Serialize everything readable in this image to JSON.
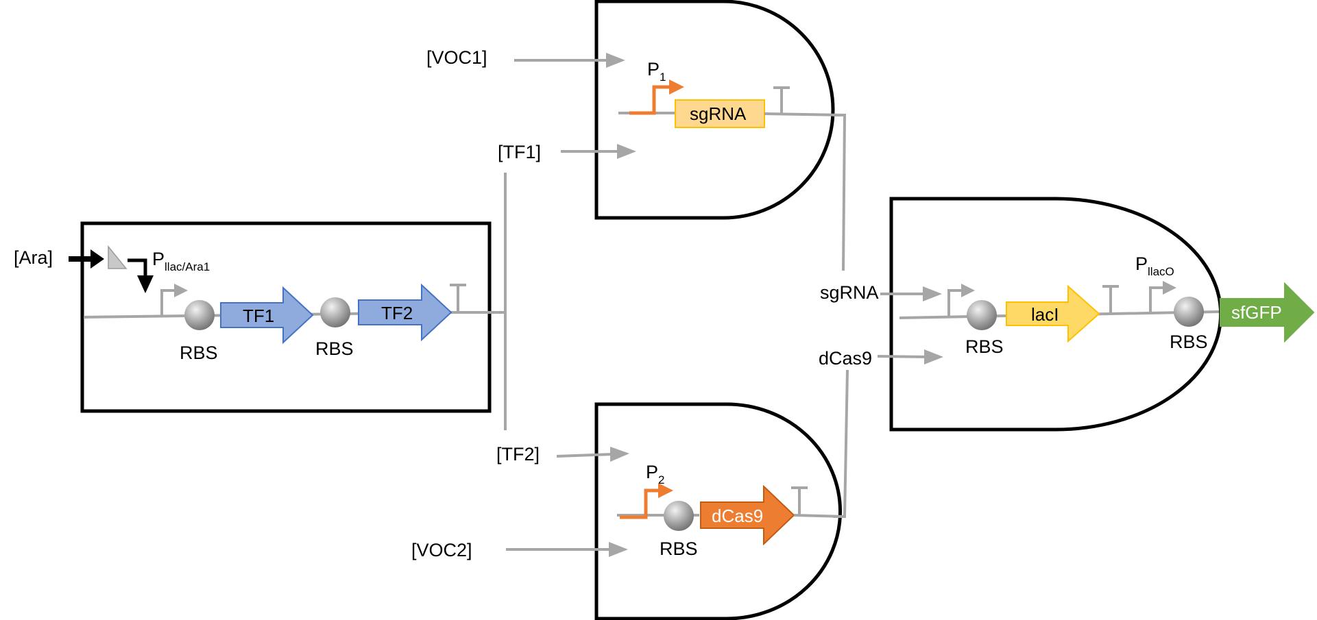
{
  "inputs": {
    "ara": "[Ara]",
    "voc1": "[VOC1]",
    "voc2": "[VOC2]",
    "tf1": "[TF1]",
    "tf2": "[TF2]",
    "sgrna": "sgRNA",
    "dcas9": "dCas9"
  },
  "promoters": {
    "pllac_ara1": {
      "main": "P",
      "sub": "llac/Ara1"
    },
    "p1": {
      "main": "P",
      "sub": "1"
    },
    "p2": {
      "main": "P",
      "sub": "2"
    },
    "pllaco": {
      "main": "P",
      "sub": "llacO"
    }
  },
  "genes": {
    "tf1": "TF1",
    "tf2": "TF2",
    "sgrna": "sgRNA",
    "dcas9": "dCas9",
    "laci": "lacI",
    "sfgfp": "sfGFP"
  },
  "rbs_label": "RBS",
  "colors": {
    "wire": "#a6a6a6",
    "gate_outline": "#000000",
    "tf_fill": "#8faadc",
    "tf_stroke": "#4472c4",
    "promoter_orange": "#ed7d31",
    "sgrna_fill": "#ffd88f",
    "sgrna_stroke": "#ffc000",
    "dcas9_fill": "#ed7d31",
    "laci_fill": "#ffd966",
    "laci_stroke": "#ffc000",
    "sfgfp_fill": "#70ad47"
  }
}
